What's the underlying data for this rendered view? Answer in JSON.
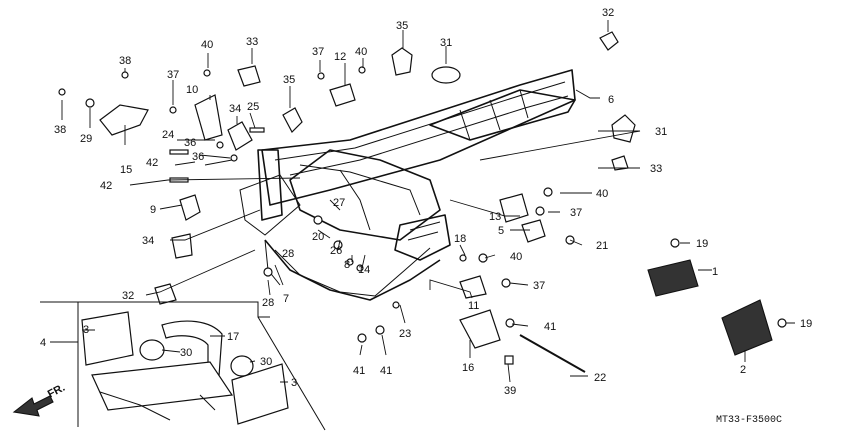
{
  "diagram": {
    "code": "MT33-F3500C",
    "direction_mark": "FR.",
    "callouts": [
      "32",
      "35",
      "31",
      "33",
      "37",
      "12",
      "40",
      "38",
      "40",
      "37",
      "10",
      "35",
      "34",
      "25",
      "6",
      "29",
      "38",
      "15",
      "24",
      "36",
      "36",
      "31",
      "42",
      "42",
      "9",
      "33",
      "40",
      "13",
      "37",
      "5",
      "27",
      "20",
      "26",
      "8",
      "14",
      "18",
      "34",
      "28",
      "40",
      "21",
      "19",
      "1",
      "32",
      "28",
      "7",
      "11",
      "37",
      "23",
      "41",
      "3",
      "17",
      "4",
      "30",
      "30",
      "41",
      "41",
      "16",
      "22",
      "39",
      "3",
      "19",
      "2"
    ]
  }
}
